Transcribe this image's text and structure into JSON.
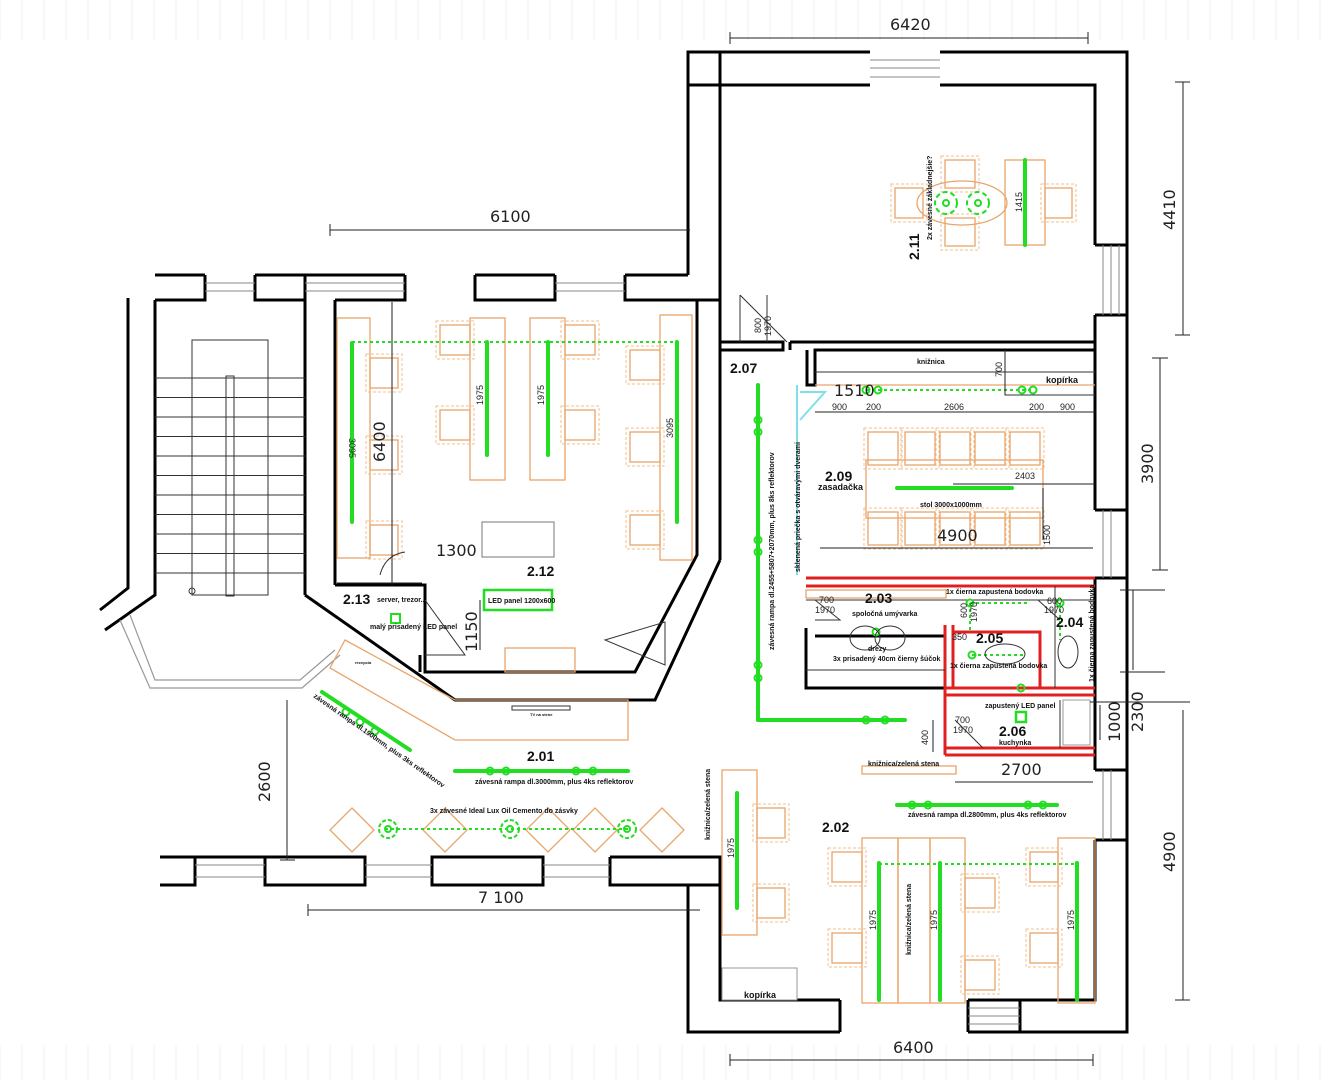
{
  "dimensions": {
    "top_width": "6420",
    "right_top_height": "4410",
    "left_wing_width": "6100",
    "room_212_height": "6400",
    "right_mid_height": "3900",
    "d1510": "1510",
    "d900_left": "900",
    "d200_left": "200",
    "d2606": "2606",
    "d200_right": "200",
    "d900_right": "900",
    "d2403": "2403",
    "d4900_mid": "4900",
    "d1500": "1500",
    "d700_kniznica": "700",
    "d1300": "1300",
    "d1150": "1150",
    "d2600": "2600",
    "d7100": "7 100",
    "bottom_width": "6400",
    "right_bottom_height": "4900",
    "d2300": "2300",
    "d1000": "1000",
    "d2700": "2700",
    "d400": "400",
    "d350": "350",
    "d800": "800",
    "door_1970": "1970",
    "door_700": "700",
    "door_600": "600",
    "desk_3095": "3095",
    "desk_1975": "1975",
    "desk_1415": "1415"
  },
  "rooms": {
    "r201": "2.01",
    "r202": "2.02",
    "r203": "2.03",
    "r203_name": "spoločná umývarka",
    "r204": "2.04",
    "r205": "2.05",
    "r206": "2.06",
    "r206_name": "kuchynka",
    "r207": "2.07",
    "r209": "2.09",
    "r209_name": "zasadačka",
    "r211": "2.11",
    "r212": "2.12",
    "r213": "2.13",
    "r213_name": "server, trezor..."
  },
  "notes": {
    "kniznica": "knižnica",
    "kopirka_top": "kopírka",
    "stol": "stol 3000x1000mm",
    "led_panel": "LED panel 1200x600",
    "maly_led": "malý prisadený LED panel",
    "ramp_201_diag": "závesná rampa dl.1900mm, plus 3ks reflektorov",
    "ramp_201": "závesná rampa dl.3000mm, plus 4ks reflektorov",
    "ideal_lux": "3x závesné Ideal Lux Oil Cemento do zásvky",
    "ramp_207": "závesná rampa dl.2455+5807+2070mm, plus 8ks reflektorov",
    "glass": "sklenená priečka s otváravými dverami",
    "bodovka_203": "1x čierna zapustená bodovka",
    "bodovka_205": "1x čierna zapustená bodovka",
    "bodovka_204": "1x čierna zapustená bodovka",
    "drezy": "3x prisadený 40cm čierny šúčok",
    "drezy_label": "drezy",
    "zapusteny_led": "zapustený LED panel",
    "kniznica_zelena_1": "knižnica/zelená stena",
    "kniznica_zelena_2": "knižnica/zelená stena",
    "kniznica_zelena_3": "knižnica/zelená stena",
    "ramp_202": "závesná rampa dl.2800mm, plus 4ks reflektorov",
    "kopirka_bottom": "kopírka",
    "zavesne_11": "2x závesné základnejšie?",
    "tv": "TV na stene",
    "recepcia": "recepcia"
  },
  "colors": {
    "walls": "#000000",
    "furniture": "#e9a56a",
    "lighting": "#22dd22",
    "wet_rooms": "#e02020",
    "glass_partition": "#7fe0e8"
  }
}
